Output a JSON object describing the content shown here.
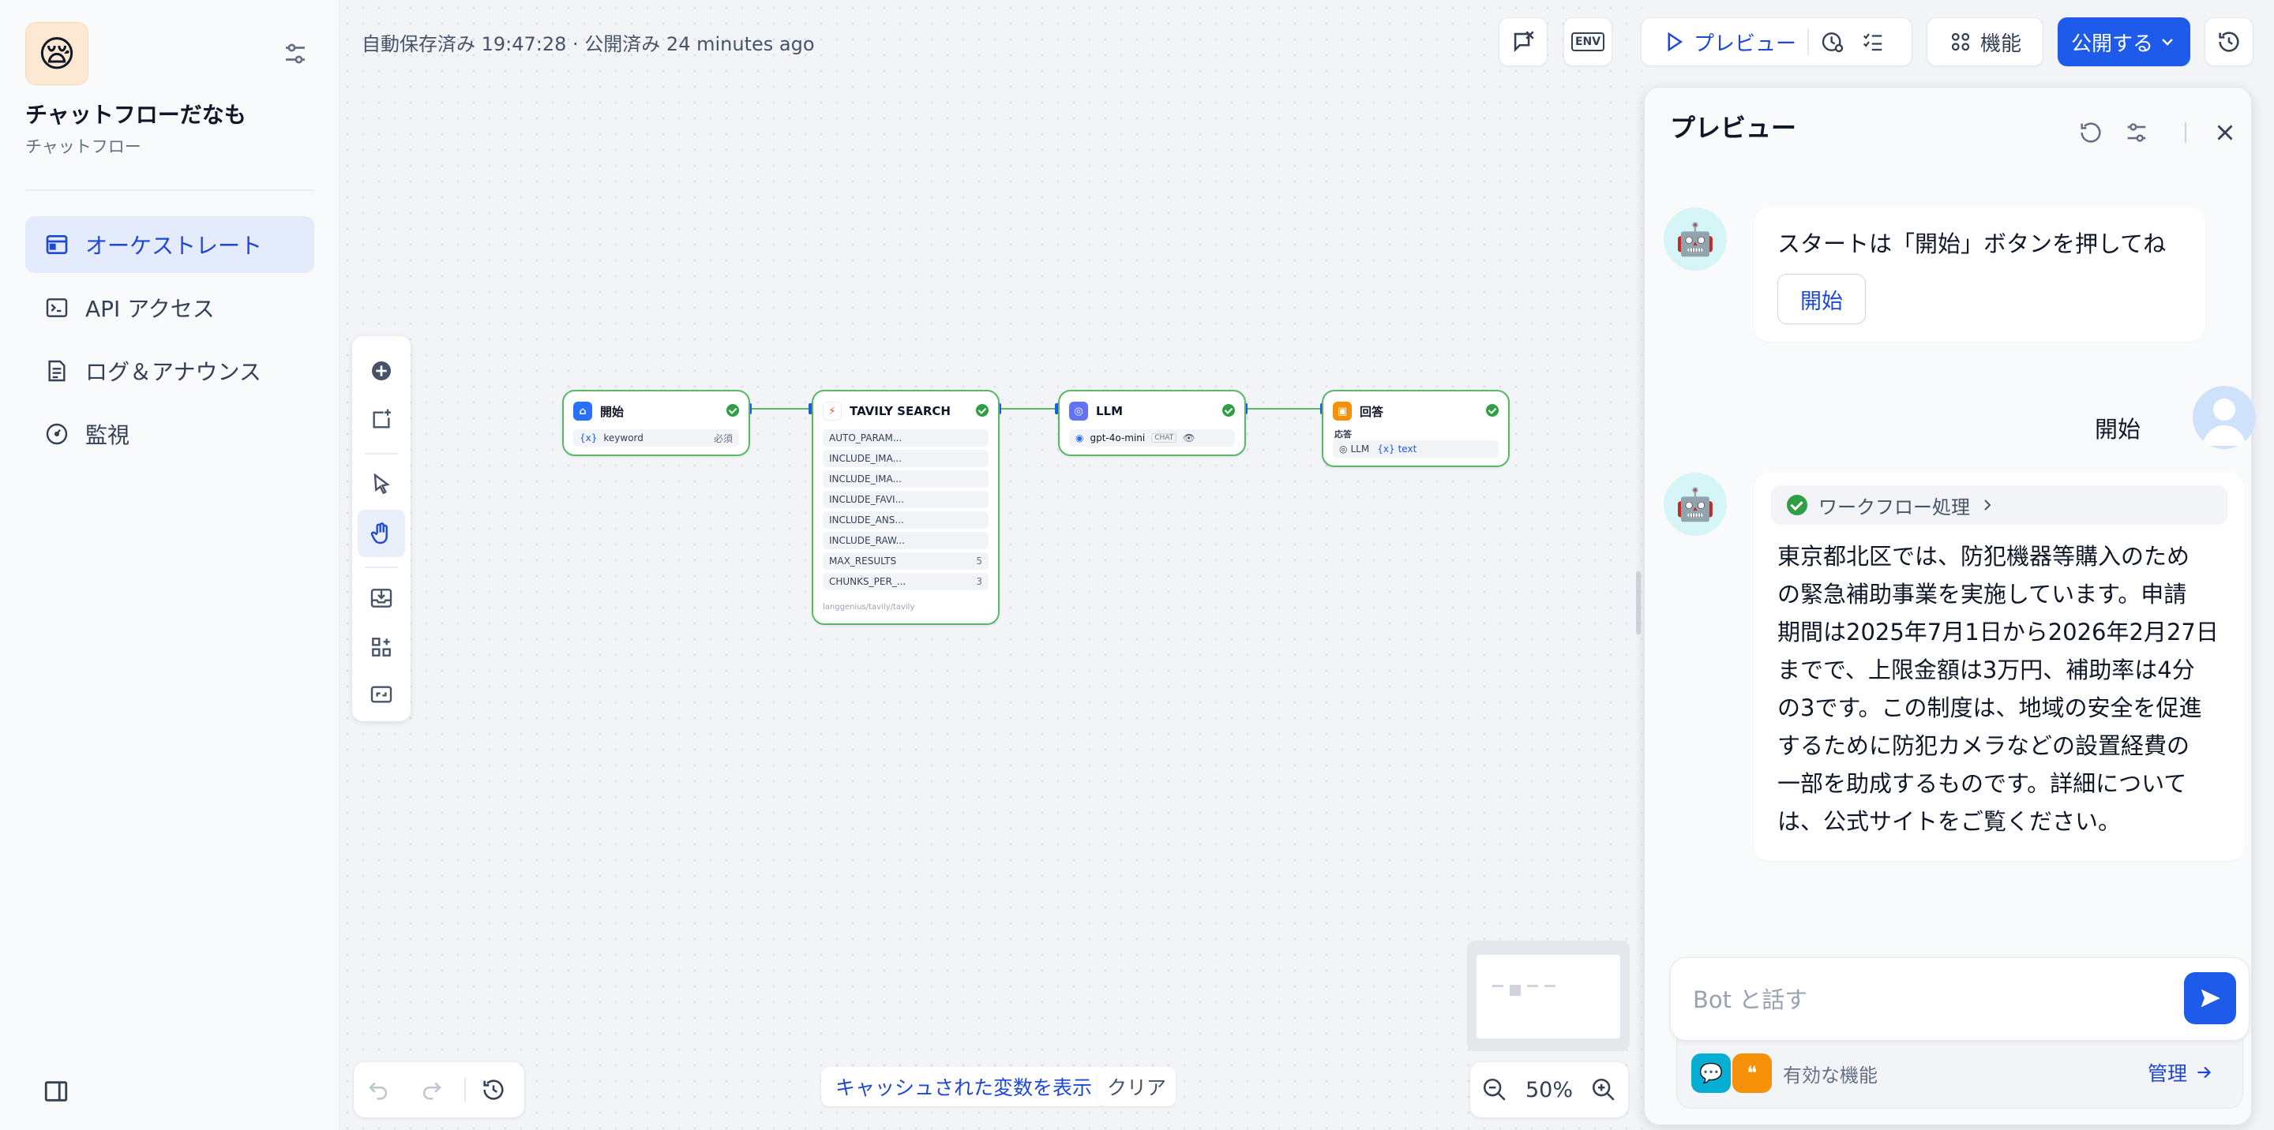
{
  "app": {
    "icon_emoji": "😪",
    "name": "チャットフローだなも",
    "type": "チャットフロー"
  },
  "nav": [
    {
      "label": "オーケストレート",
      "icon": "orchestrate-icon",
      "active": true
    },
    {
      "label": "API アクセス",
      "icon": "terminal-icon",
      "active": false
    },
    {
      "label": "ログ＆アナウンス",
      "icon": "document-icon",
      "active": false
    },
    {
      "label": "監視",
      "icon": "gauge-icon",
      "active": false
    }
  ],
  "topbar": {
    "status": "自動保存済み 19:47:28 · 公開済み 24 minutes ago",
    "env_label": "ENV",
    "preview_label": "プレビュー",
    "features_label": "機能",
    "publish_label": "公開する"
  },
  "nodes": {
    "start": {
      "title": "開始",
      "var": "keyword",
      "required": "必須"
    },
    "tavily": {
      "title": "TAVILY SEARCH",
      "params": [
        {
          "name": "AUTO_PARAM...",
          "value": ""
        },
        {
          "name": "INCLUDE_IMA...",
          "value": ""
        },
        {
          "name": "INCLUDE_IMA...",
          "value": ""
        },
        {
          "name": "INCLUDE_FAVI...",
          "value": ""
        },
        {
          "name": "INCLUDE_ANS...",
          "value": ""
        },
        {
          "name": "INCLUDE_RAW...",
          "value": ""
        },
        {
          "name": "MAX_RESULTS",
          "value": "5"
        },
        {
          "name": "CHUNKS_PER_...",
          "value": "3"
        }
      ],
      "provider": "langgenius/tavily/tavily"
    },
    "llm": {
      "title": "LLM",
      "model": "gpt-4o-mini",
      "mode": "CHAT"
    },
    "answer": {
      "title": "回答",
      "label": "応答",
      "src_node": "LLM",
      "src_var": "text"
    }
  },
  "canvas_footer": {
    "cache_label": "キャッシュされた変数を表示",
    "clear_label": "クリア",
    "zoom": "50%"
  },
  "preview": {
    "title": "プレビュー",
    "greeting": "スタートは「開始」ボタンを押してね",
    "start_button": "開始",
    "user_message": "開始",
    "workflow_label": "ワークフロー処理",
    "answer": "東京都北区では、防犯機器等購入のため\nの緊急補助事業を実施しています。申請\n期間は2025年7月1日から2026年2月27日\nまでで、上限金額は3万円、補助率は4分\nの3です。この制度は、地域の安全を促進\nするために防犯カメラなどの設置経費の\n一部を助成するものです。詳細について\nは、公式サイトをご覧ください。",
    "input_placeholder": "Bot と話す",
    "features_label": "有効な機能",
    "manage_label": "管理"
  },
  "colors": {
    "accent": "#1f5bea",
    "node_border": "#58b866",
    "success": "#2f9e44"
  }
}
